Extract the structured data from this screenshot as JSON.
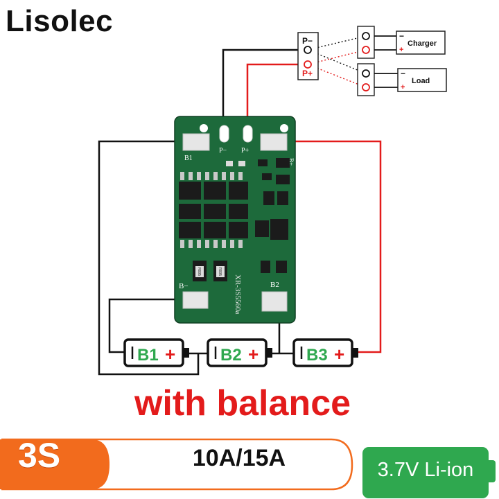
{
  "brand": "Lisolec",
  "headline": "with balance",
  "board": {
    "pads": {
      "p_minus": "P−",
      "p_plus": "P+",
      "b1": "B1",
      "b2": "B2",
      "b_minus": "B−",
      "b_plus": "B+"
    },
    "silkscreen_model": "XR-3S5560a",
    "resistor_code": "R005"
  },
  "output_connector": {
    "minus_label": "P−",
    "plus_label": "P+",
    "charger": {
      "label": "Charger",
      "minus": "−",
      "plus": "+"
    },
    "load": {
      "label": "Load",
      "minus": "−",
      "plus": "+"
    }
  },
  "cells": [
    {
      "label": "B1",
      "plus": "+"
    },
    {
      "label": "B2",
      "plus": "+"
    },
    {
      "label": "B3",
      "plus": "+"
    }
  ],
  "footer": {
    "cell_count": "3S",
    "current_rating": "10A/15A",
    "cell_type": "3.7V Li-ion"
  },
  "colors": {
    "wire_black": "#111111",
    "wire_red": "#e31b1b",
    "pcb_green": "#1d6a3b",
    "headline_red": "#e31b1b",
    "badge_orange": "#f26b1d",
    "cell_green": "#2fa84f"
  }
}
